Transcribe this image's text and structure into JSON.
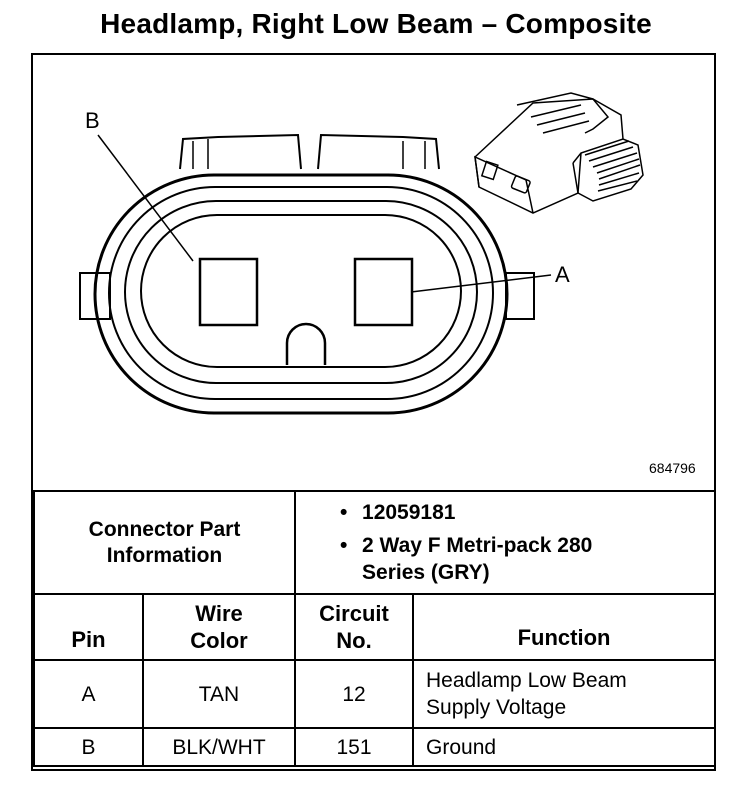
{
  "title": "Headlamp, Right Low Beam – Composite",
  "figure": {
    "label_a": "A",
    "label_b": "B",
    "figure_number": "684796"
  },
  "connector_info": {
    "label": "Connector Part Information",
    "items": [
      "12059181",
      "2 Way F Metri-pack 280 Series (GRY)"
    ]
  },
  "pin_table": {
    "headers": {
      "pin": "Pin",
      "wire_color": "Wire Color",
      "circuit_no": "Circuit No.",
      "function": "Function"
    },
    "rows": [
      {
        "pin": "A",
        "wire_color": "TAN",
        "circuit_no": "12",
        "function": "Headlamp Low Beam Supply Voltage"
      },
      {
        "pin": "B",
        "wire_color": "BLK/WHT",
        "circuit_no": "151",
        "function": "Ground"
      }
    ]
  }
}
